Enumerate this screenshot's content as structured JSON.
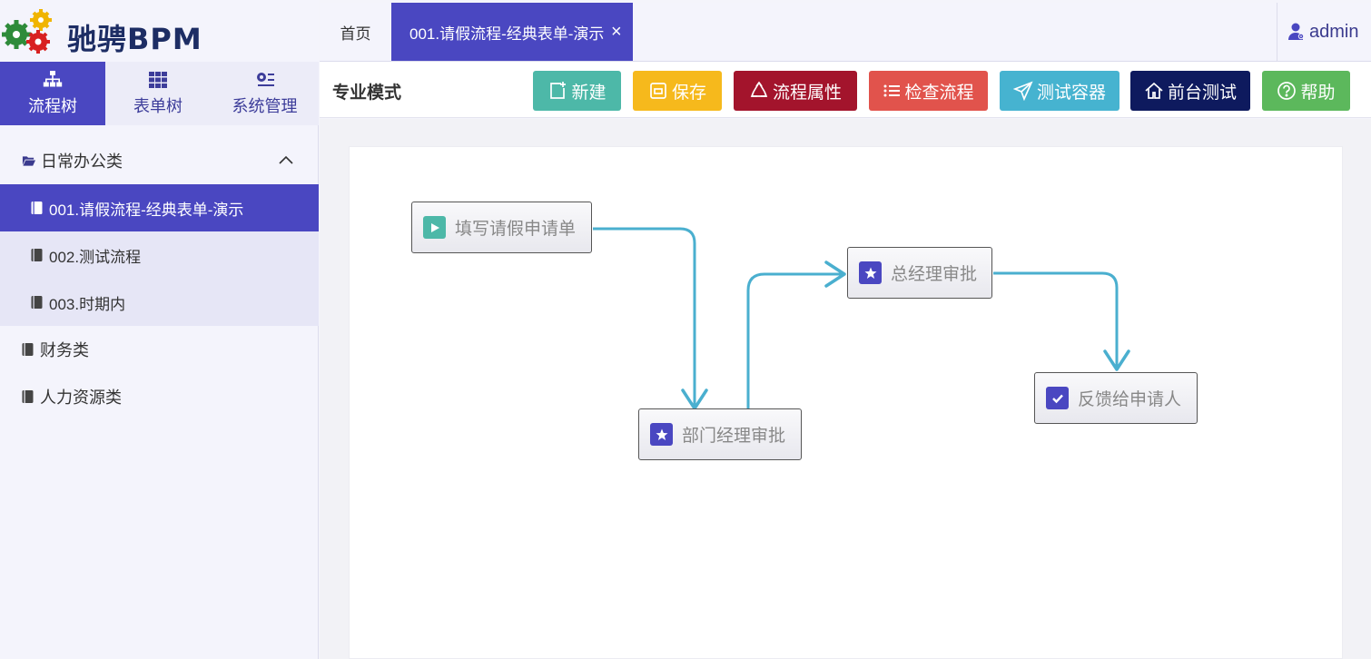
{
  "app": {
    "logo_text": "驰骋BPM"
  },
  "sidebar": {
    "tabs": [
      {
        "label": "流程树",
        "icon": "sitemap-icon"
      },
      {
        "label": "表单树",
        "icon": "table-icon"
      },
      {
        "label": "系统管理",
        "icon": "settings-icon"
      }
    ],
    "active_tab": 0,
    "tree": {
      "group": {
        "label": "日常办公类",
        "icon": "folder-open-icon"
      },
      "items": [
        {
          "label": "001.请假流程-经典表单-演示",
          "active": true
        },
        {
          "label": "002.测试流程",
          "active": false
        },
        {
          "label": "003.时期内",
          "active": false
        }
      ],
      "roots": [
        {
          "label": "财务类"
        },
        {
          "label": "人力资源类"
        }
      ]
    }
  },
  "topbar": {
    "home_tab": "首页",
    "active_tab": "001.请假流程-经典表单-演示",
    "close_glyph": "×",
    "user": "admin"
  },
  "toolbar": {
    "mode_title": "专业模式",
    "buttons": [
      {
        "label": "新建",
        "color": "#4db8a8",
        "icon": "new-file-icon"
      },
      {
        "label": "保存",
        "color": "#f6b91c",
        "icon": "save-icon"
      },
      {
        "label": "流程属性",
        "color": "#a3142c",
        "icon": "recycle-icon"
      },
      {
        "label": "检查流程",
        "color": "#e1534c",
        "icon": "list-icon"
      },
      {
        "label": "测试容器",
        "color": "#46b3d0",
        "icon": "paper-plane-icon"
      },
      {
        "label": "前台测试",
        "color": "#0e1a5e",
        "icon": "home-icon"
      },
      {
        "label": "帮助",
        "color": "#5cb85c",
        "icon": "help-icon"
      }
    ]
  },
  "flow": {
    "nodes": [
      {
        "label": "填写请假申请单",
        "type": "start",
        "badge_color": "#4db8a8"
      },
      {
        "label": "部门经理审批",
        "type": "task",
        "badge_color": "#4a47c1"
      },
      {
        "label": "总经理审批",
        "type": "task",
        "badge_color": "#4a47c1"
      },
      {
        "label": "反馈给申请人",
        "type": "end",
        "badge_color": "#4a47c1"
      }
    ],
    "link_color": "#4aafcf"
  }
}
